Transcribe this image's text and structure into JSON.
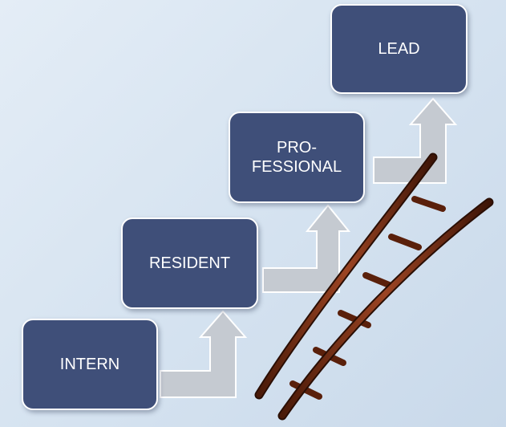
{
  "diagram": {
    "steps": [
      {
        "label": "INTERN"
      },
      {
        "label": "RESIDENT"
      },
      {
        "label": "PRO-",
        "label_line2": "FESSIONAL"
      },
      {
        "label": "LEAD"
      }
    ],
    "colors": {
      "box_fill": "#3f4f79",
      "box_border": "#ffffff",
      "arrow_fill": "#c5cad1",
      "ladder_wood": "#7a2e12",
      "background": "#d7e4f1"
    },
    "icons": [
      "bent-up-arrow-icon",
      "ladder-icon"
    ]
  }
}
